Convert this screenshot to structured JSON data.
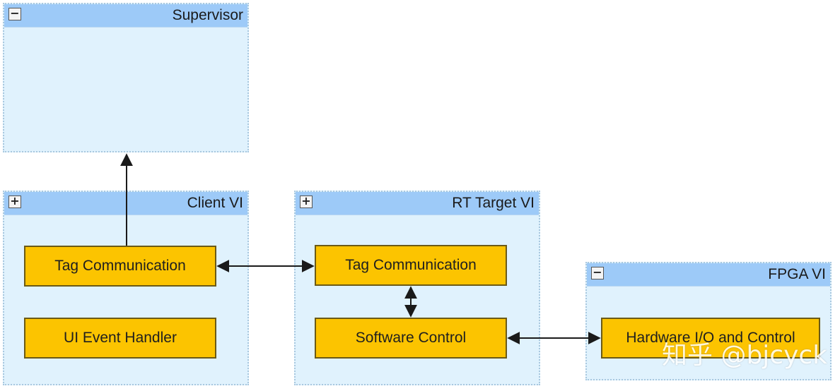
{
  "containers": {
    "supervisor": {
      "title": "Supervisor",
      "toggle": "−"
    },
    "client": {
      "title": "Client VI",
      "toggle": "+"
    },
    "rt_target": {
      "title": "RT Target VI",
      "toggle": "+"
    },
    "fpga": {
      "title": "FPGA VI",
      "toggle": "−"
    }
  },
  "blocks": {
    "client_tag": "Tag Communication",
    "client_ui": "UI Event Handler",
    "rt_tag": "Tag Communication",
    "rt_software": "Software Control",
    "fpga_hw": "Hardware I/O and Control"
  },
  "watermark": "知乎 @bjcyck",
  "colors": {
    "container_fill": "#e0f2fd",
    "container_header": "#9dcaf8",
    "block_fill": "#fcc400",
    "block_border": "#6b5a16",
    "arrow": "#1a1a1a"
  }
}
